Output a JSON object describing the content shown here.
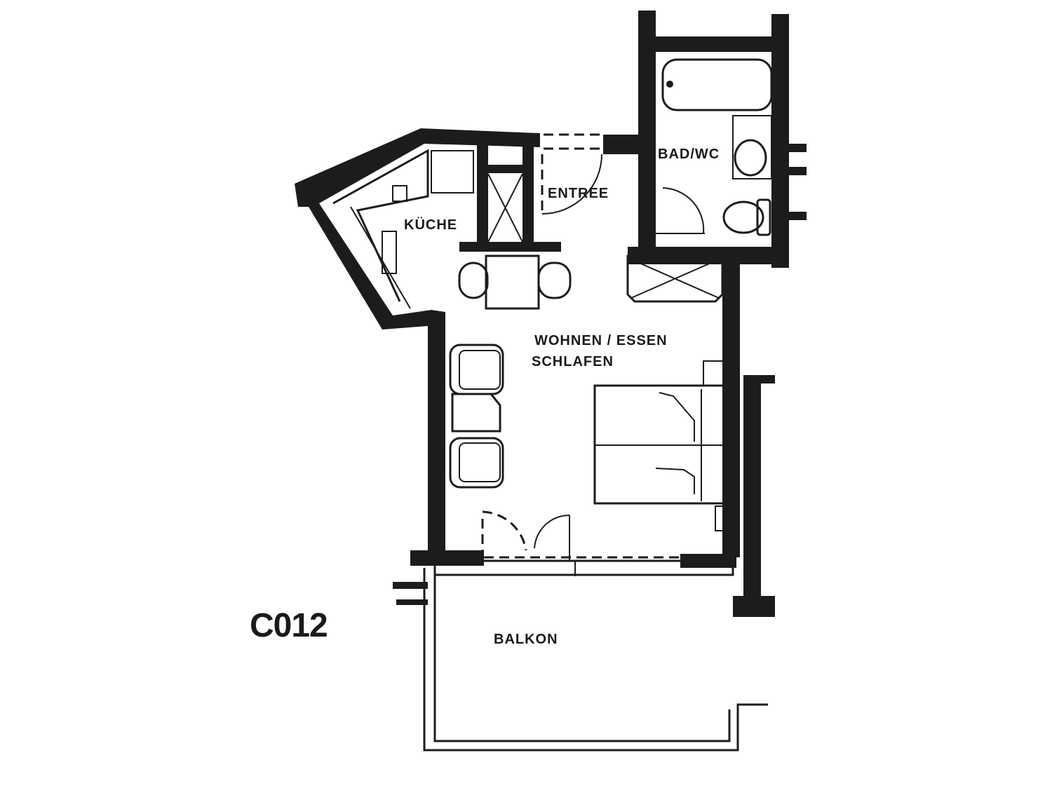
{
  "plan": {
    "unit_id": "C012",
    "rooms": {
      "kitchen": "KÜCHE",
      "entrance": "ENTREE",
      "bathroom": "BAD/WC",
      "living_line1": "WOHNEN / ESSEN",
      "living_line2": "SCHLAFEN",
      "balcony": "BALKON"
    },
    "colors": {
      "ink": "#1c1c1c",
      "paper": "#ffffff"
    }
  }
}
